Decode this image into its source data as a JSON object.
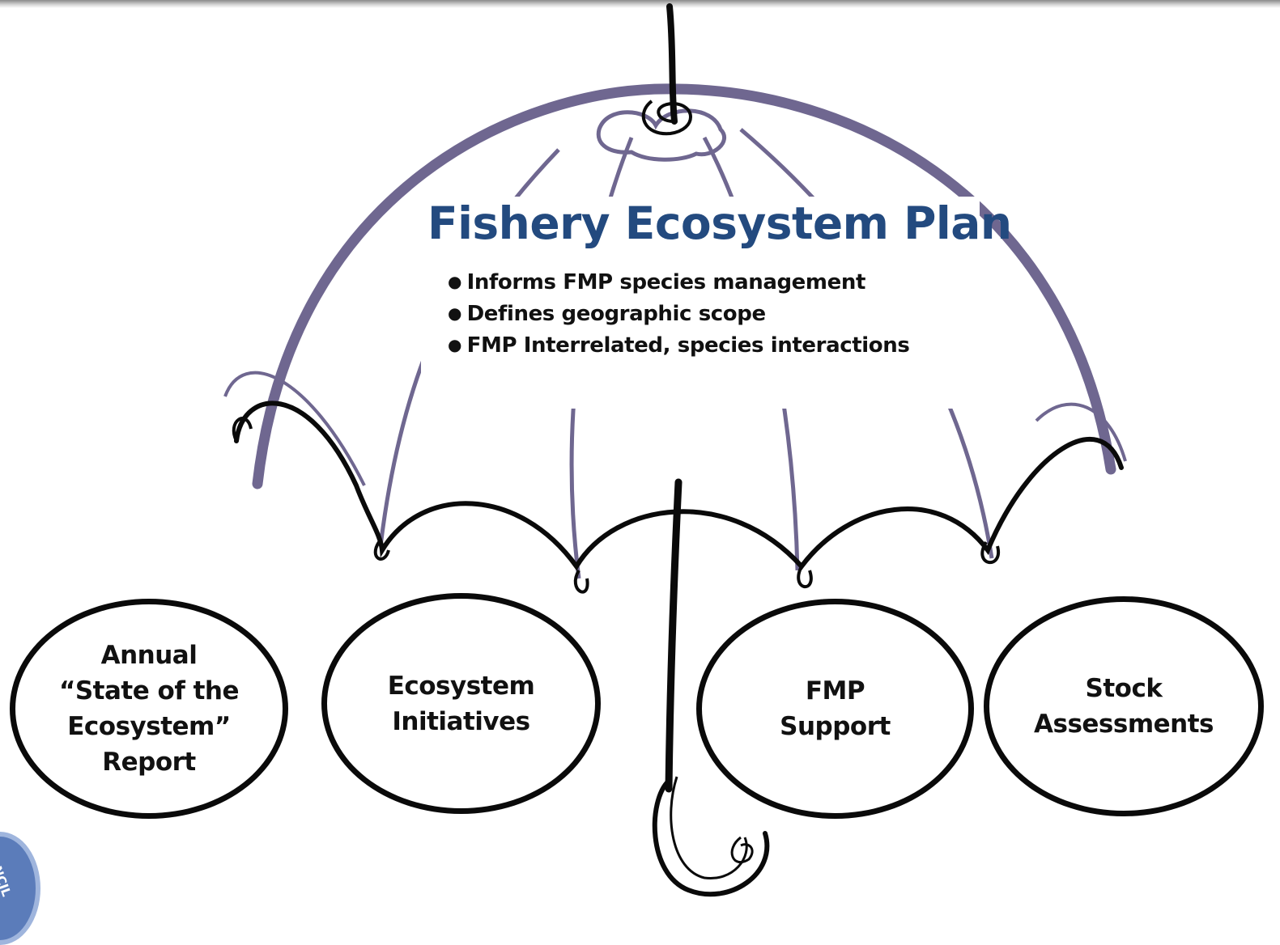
{
  "title": "Fishery Ecosystem Plan",
  "bullets": [
    "Informs FMP species management",
    "Defines geographic scope",
    "FMP Interrelated, species interactions"
  ],
  "components": [
    {
      "label": "Annual\n“State of the\nEcosystem”\nReport"
    },
    {
      "label": "Ecosystem\nInitiatives"
    },
    {
      "label": "FMP\nSupport"
    },
    {
      "label": "Stock\nAssessments"
    }
  ],
  "seal": {
    "partial_text": "NCIL"
  },
  "colors": {
    "title": "#234a7f",
    "canopy": "#6f6790",
    "ink": "#0a0a0a",
    "seal": "#5b7cba"
  }
}
